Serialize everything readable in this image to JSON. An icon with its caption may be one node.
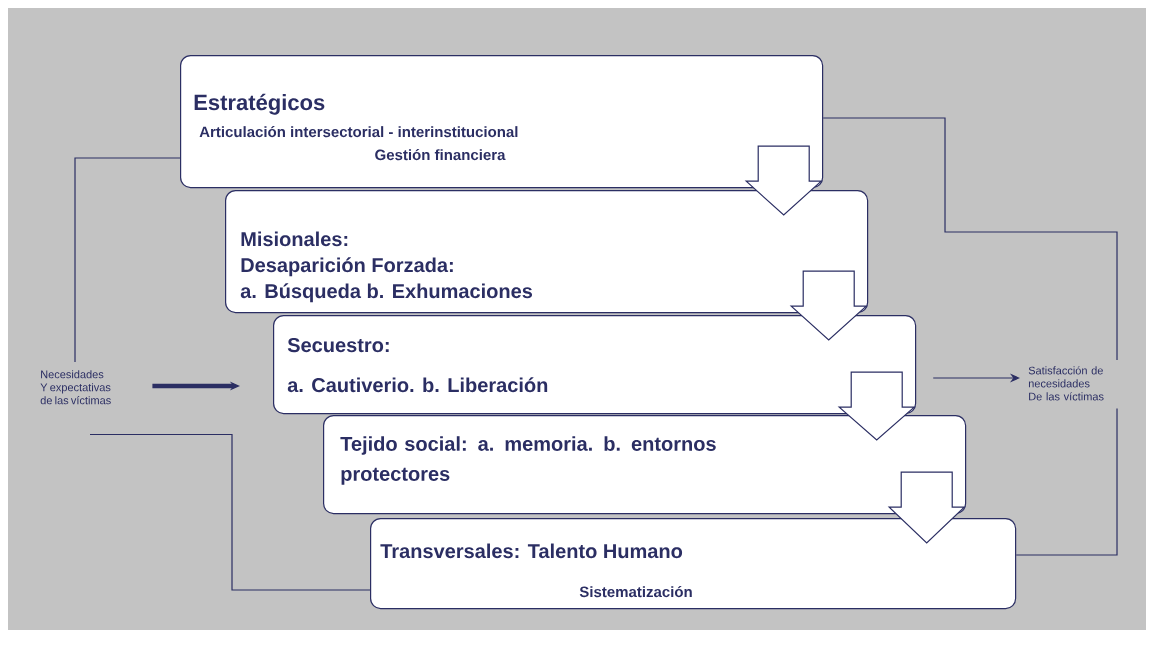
{
  "diagram": {
    "nodes": [
      {
        "text": [
          "Estratégicos",
          "Articulación intersectorial - interinstitucional",
          "Gestión financiera"
        ]
      },
      {
        "text": [
          "Misionales:",
          "Desaparición Forzada:",
          "a. Búsqueda b. Exhumaciones"
        ]
      },
      {
        "text": [
          "Secuestro:",
          "a. Cautiverio. b. Liberación"
        ]
      },
      {
        "text": [
          "Tejido social: a. memoria. b. entornos protectores"
        ]
      },
      {
        "text": [
          "Transversales: Talento Humano",
          "Sistematización"
        ]
      },
      {
        "text": [
          "Necesidades Y expectativas de las víctimas"
        ]
      },
      {
        "text": [
          "Satisfacción de necesidades De las víctimas"
        ]
      }
    ],
    "edges": [
      {
        "from": 0,
        "to": 1,
        "arrow": "to"
      },
      {
        "from": 1,
        "to": 2,
        "arrow": "to"
      },
      {
        "from": 2,
        "to": 3,
        "arrow": "to"
      },
      {
        "from": 3,
        "to": 4,
        "arrow": "to"
      },
      {
        "from": 5,
        "to": 2,
        "arrow": "to",
        "style": "thick"
      },
      {
        "from": 2,
        "to": 6,
        "arrow": "to"
      },
      {
        "from": 0,
        "to": 5,
        "arrow": "none"
      },
      {
        "from": 5,
        "to": 4,
        "arrow": "none"
      },
      {
        "from": 0,
        "to": 6,
        "arrow": "none"
      },
      {
        "from": 6,
        "to": 4,
        "arrow": "none"
      }
    ]
  }
}
